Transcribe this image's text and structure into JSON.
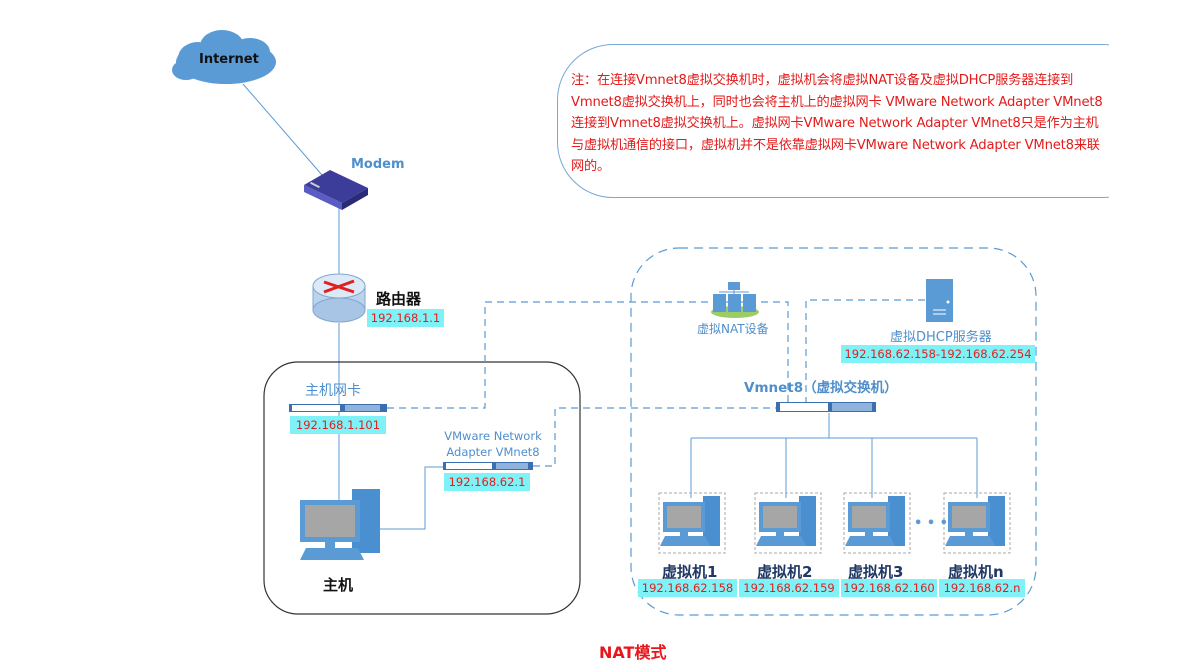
{
  "diagram": {
    "title": "NAT模式",
    "note": "注：在连接Vmnet8虚拟交换机时，虚拟机会将虚拟NAT设备及虚拟DHCP服务器连接到Vmnet8虚拟交换机上，同时也会将主机上的虚拟网卡 VMware Network Adapter VMnet8连接到Vmnet8虚拟交换机上。虚拟网卡VMware Network Adapter VMnet8只是作为主机与虚拟机通信的接口，虚拟机并不是依靠虚拟网卡VMware Network Adapter VMnet8来联网的。",
    "internet": {
      "label": "Internet"
    },
    "modem": {
      "label": "Modem"
    },
    "router": {
      "label": "路由器",
      "ip": "192.168.1.1"
    },
    "host_nic": {
      "label": "主机网卡",
      "ip": "192.168.1.101"
    },
    "vmnet8_adapter": {
      "label_line1": "VMware Network",
      "label_line2": "Adapter VMnet8",
      "ip": "192.168.62.1"
    },
    "host": {
      "label": "主机"
    },
    "nat_device": {
      "label": "虚拟NAT设备"
    },
    "dhcp_server": {
      "label": "虚拟DHCP服务器",
      "ip_range": "192.168.62.158-192.168.62.254"
    },
    "switch": {
      "label": "Vmnet8（虚拟交换机）"
    },
    "ellipsis": "• • •",
    "vms": [
      {
        "label": "虚拟机1",
        "ip": "192.168.62.158"
      },
      {
        "label": "虚拟机2",
        "ip": "192.168.62.159"
      },
      {
        "label": "虚拟机3",
        "ip": "192.168.62.160"
      },
      {
        "label": "虚拟机n",
        "ip": "192.168.62.n"
      }
    ],
    "colors": {
      "link": "#5b9bd5",
      "ip_bg": "#7ef2f7",
      "ip_text": "#e0201f",
      "note_text": "#e31b1b",
      "title": "#e8161c"
    }
  }
}
